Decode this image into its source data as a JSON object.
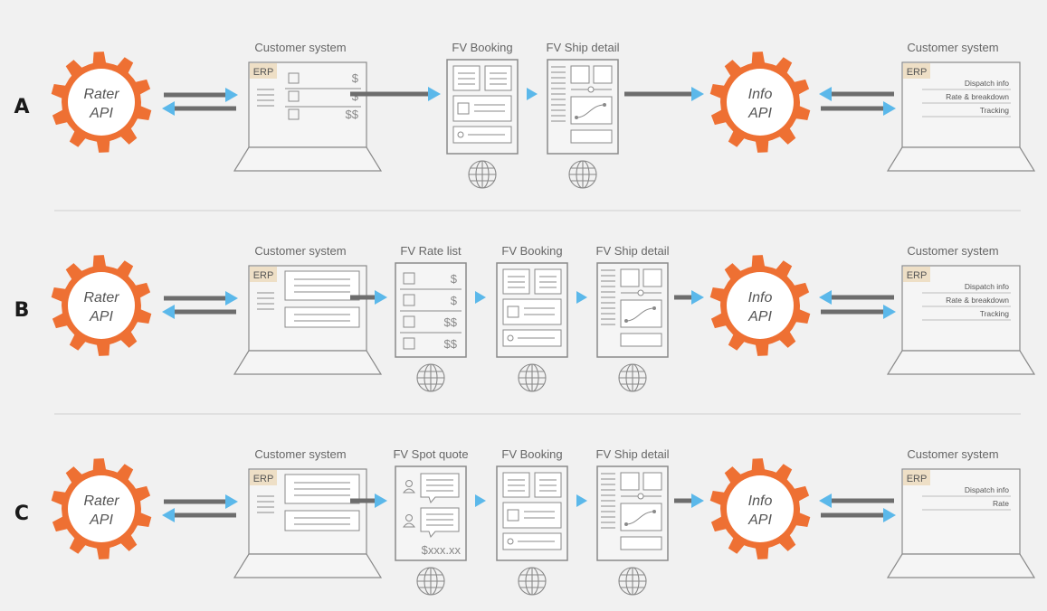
{
  "colors": {
    "background": "#f1f1f1",
    "gear": "#ee7033",
    "arrow_head": "#5bb8ea",
    "connector": "#6d6d6d",
    "doc_fill": "#f5f5f5",
    "doc_stroke": "#8a8a8a",
    "erp_tag": "#eedfc6"
  },
  "icons": {
    "gear": "gear-icon",
    "globe": "globe-icon",
    "laptop": "laptop-icon",
    "user": "user-icon",
    "arrow": "arrow-right-icon"
  },
  "rows": [
    {
      "letter": "A",
      "rater": {
        "line1": "Rater",
        "line2": "API"
      },
      "customer_left": {
        "title": "Customer system",
        "erp": "ERP",
        "prices": [
          "$",
          "$",
          "$$"
        ]
      },
      "screens": [
        {
          "title": "FV Booking"
        },
        {
          "title": "FV Ship detail"
        }
      ],
      "info": {
        "line1": "Info",
        "line2": "API"
      },
      "customer_right": {
        "title": "Customer system",
        "erp": "ERP",
        "items": [
          "Dispatch info",
          "Rate & breakdown",
          "Tracking"
        ]
      }
    },
    {
      "letter": "B",
      "rater": {
        "line1": "Rater",
        "line2": "API"
      },
      "customer_left": {
        "title": "Customer system",
        "erp": "ERP"
      },
      "screens": [
        {
          "title": "FV Rate list",
          "prices": [
            "$",
            "$",
            "$$",
            "$$"
          ]
        },
        {
          "title": "FV Booking"
        },
        {
          "title": "FV Ship detail"
        }
      ],
      "info": {
        "line1": "Info",
        "line2": "API"
      },
      "customer_right": {
        "title": "Customer system",
        "erp": "ERP",
        "items": [
          "Dispatch info",
          "Rate & breakdown",
          "Tracking"
        ]
      }
    },
    {
      "letter": "C",
      "rater": {
        "line1": "Rater",
        "line2": "API"
      },
      "customer_left": {
        "title": "Customer system",
        "erp": "ERP"
      },
      "screens": [
        {
          "title": "FV Spot quote",
          "amount": "$xxx.xx"
        },
        {
          "title": "FV Booking"
        },
        {
          "title": "FV Ship detail"
        }
      ],
      "info": {
        "line1": "Info",
        "line2": "API"
      },
      "customer_right": {
        "title": "Customer system",
        "erp": "ERP",
        "items": [
          "Dispatch info",
          "Rate"
        ]
      }
    }
  ]
}
